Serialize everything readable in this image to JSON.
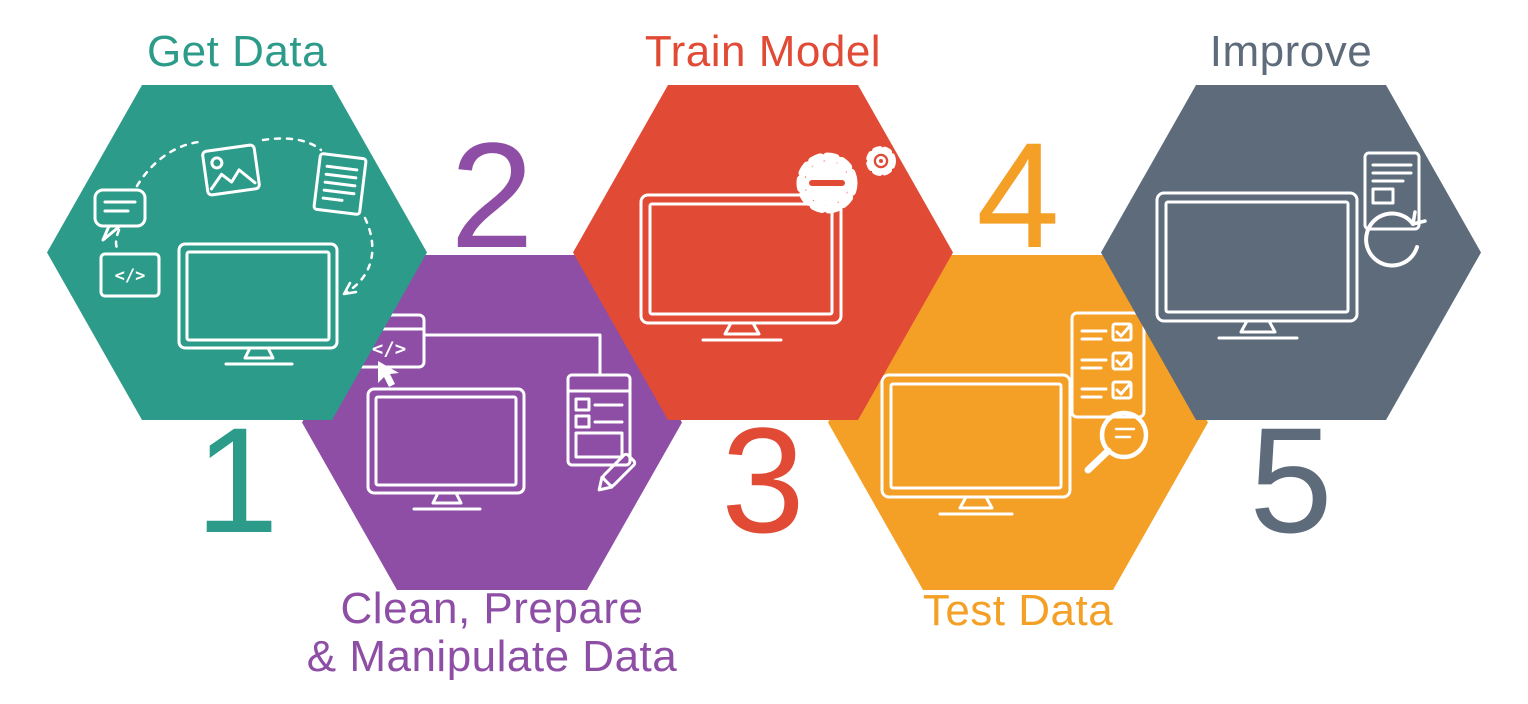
{
  "diagram": {
    "background": "#ffffff",
    "icon_stroke": "#ffffff"
  },
  "steps": [
    {
      "number": "1",
      "label": "Get Data",
      "color": "#2D9B8A"
    },
    {
      "number": "2",
      "label_line1": "Clean, Prepare",
      "label_line2": "& Manipulate Data",
      "color": "#8E4EA6"
    },
    {
      "number": "3",
      "label": "Train Model",
      "color": "#E14B35"
    },
    {
      "number": "4",
      "label": "Test Data",
      "color": "#F4A026"
    },
    {
      "number": "5",
      "label": "Improve",
      "color": "#5D6B7B"
    }
  ],
  "icons": {
    "code_glyph": "</>",
    "step_icons": [
      "data-sources-monitor-icon",
      "code-editor-monitor-icon",
      "monitor-gears-icon",
      "monitor-checklist-magnifier-icon",
      "monitor-refresh-icon"
    ]
  }
}
